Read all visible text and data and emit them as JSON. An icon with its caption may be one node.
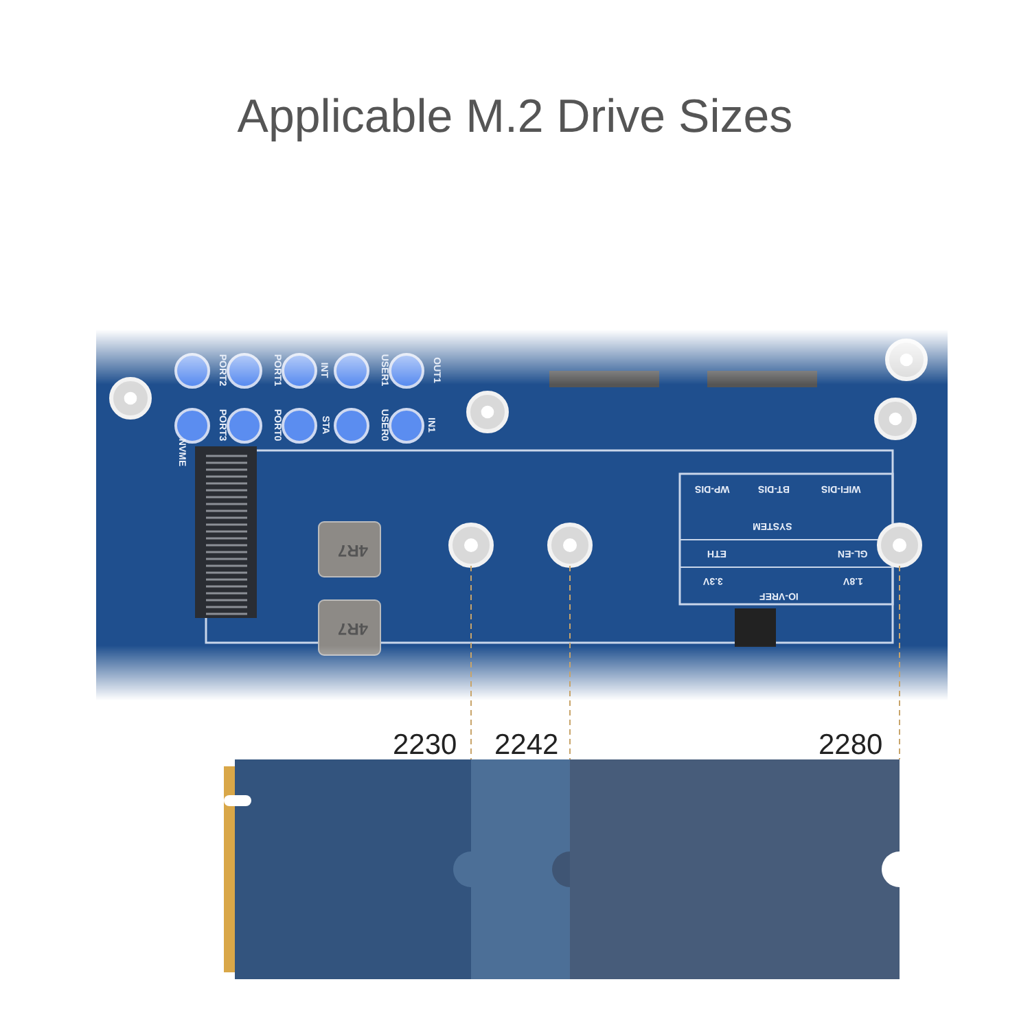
{
  "diagram": {
    "title": "Applicable M.2 Drive Sizes",
    "labels": [
      "PORT2",
      "PORT1",
      "INT",
      "USER1",
      "OUT1",
      "PORT3",
      "PORT0",
      "STA",
      "USER0",
      "IN1",
      "NVME",
      "4R7",
      "4R7",
      "WP-DIS",
      "BT-DIS",
      "WIFI-DIS",
      "SYSTEM",
      "ETH",
      "GL-EN",
      "3.3V",
      "1.8V",
      "IO-VREF",
      "2230",
      "2242",
      "2280"
    ]
  }
}
